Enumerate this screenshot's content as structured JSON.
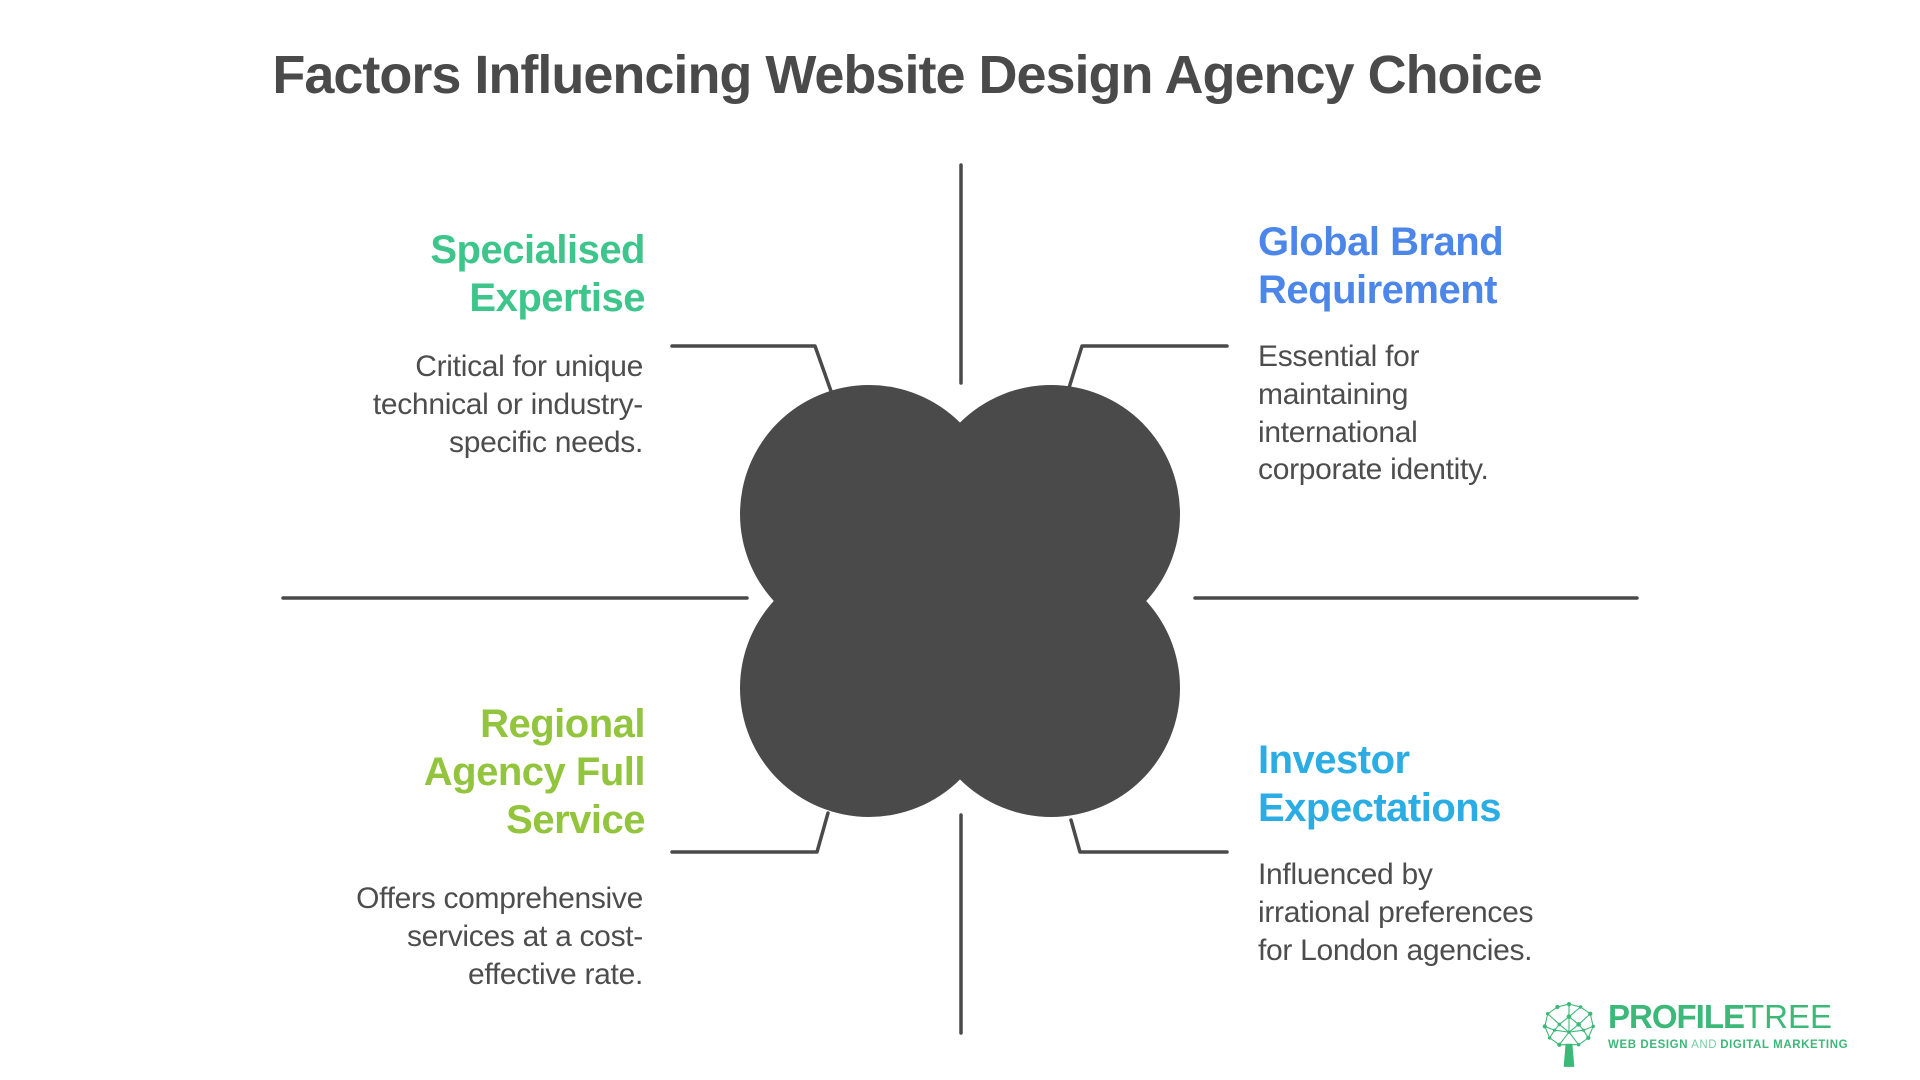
{
  "title": "Factors Influencing Website Design Agency Choice",
  "quadrants": {
    "top_left": {
      "heading": "Specialised\nExpertise",
      "description": "Critical for unique\ntechnical or industry-\nspecific needs.",
      "color": "#3EC58B"
    },
    "top_right": {
      "heading": "Global Brand\nRequirement",
      "description": "Essential for\nmaintaining\ninternational\ncorporate identity.",
      "color": "#4C86E8"
    },
    "bottom_left": {
      "heading": "Regional\nAgency Full\nService",
      "description": "Offers comprehensive\nservices at a cost-\neffective rate.",
      "color": "#92C43D"
    },
    "bottom_right": {
      "heading": "Investor\nExpectations",
      "description": "Influenced by\nirrational preferences\nfor London agencies.",
      "color": "#2BACE2"
    }
  },
  "colors": {
    "shape": "#4a4a4a",
    "text": "#4d4d4d",
    "title": "#4a4a4a"
  },
  "logo": {
    "brand_bold": "PROFILE",
    "brand_light": "TREE",
    "tagline_part1": "WEB DESIGN",
    "tagline_and": "AND",
    "tagline_part2": "DIGITAL MARKETING",
    "color": "#3CB878"
  }
}
